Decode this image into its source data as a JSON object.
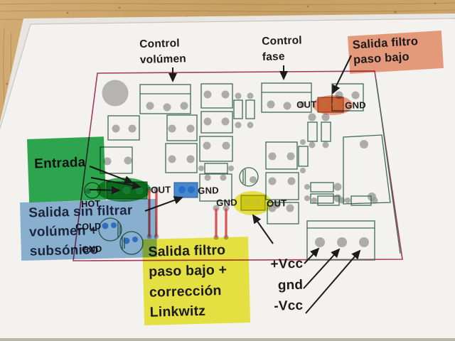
{
  "photo": {
    "subject": "Printed PCB component-layout diagram annotated with colored marker highlights, photographed on a wooden desk"
  },
  "colors": {
    "wood": "#c8a169",
    "paper": "#f4f2ee",
    "paper_under": "#e9e6e1",
    "board_outline": "#a43a5f",
    "component_green": "#3e6b53",
    "pad_gray": "#9a9a9a",
    "marker_green": "#2fae53",
    "marker_green_dark": "#167a35",
    "marker_blue": "#8fb9de",
    "conn_blue": "#4a90d9",
    "conn_blue_dark": "#2b6cc8",
    "marker_yellow": "#f0ec45",
    "conn_yellow_dark": "#c8c428",
    "marker_orange": "#efa183",
    "conn_orange_dark": "#c06a38",
    "wire_red": "#d84545",
    "ink": "#1b1b1b",
    "ink_navy": "#1d2742"
  },
  "labels": {
    "control_volumen": "Control\nvolúmen",
    "control_fase": "Control\nfase",
    "salida_lowpass": "Salida filtro\npaso bajo",
    "entrada": {
      "title": "Entrada",
      "pins": [
        "HOT",
        "COLD",
        "GND"
      ]
    },
    "salida_unfiltered": "Salida sin filtrar\nvolúmen +\nsubsónico",
    "salida_linkwitz": "Salida filtro\npaso bajo +\ncorrección\nLinkwitz",
    "power": [
      "+Vcc",
      "gnd",
      "-Vcc"
    ]
  },
  "connector_labels": {
    "lowpass_top": {
      "left": "OUT",
      "right": "GND"
    },
    "unfiltered": {
      "left": "OUT",
      "right": "GND"
    },
    "linkwitz": {
      "left": "GND",
      "right": "OUT"
    }
  }
}
